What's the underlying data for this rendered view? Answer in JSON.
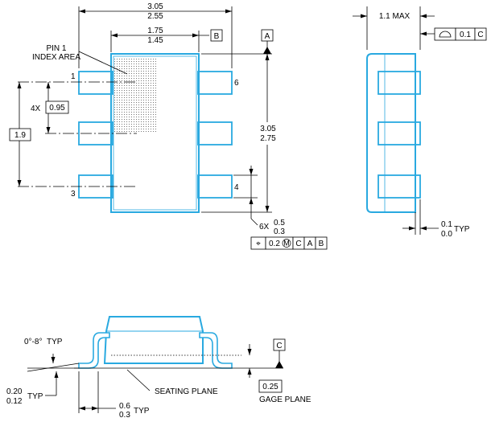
{
  "top_view": {
    "overall_width": {
      "max": "3.05",
      "min": "2.55"
    },
    "body_width": {
      "max": "1.75",
      "min": "1.45"
    },
    "body_length": {
      "max": "3.05",
      "min": "2.75"
    },
    "pitch": {
      "count": "4X",
      "value": "0.95"
    },
    "pitch_span": "1.9",
    "lead_width": {
      "count": "6X",
      "max": "0.5",
      "min": "0.3"
    },
    "pin1_label": [
      "PIN 1",
      "INDEX AREA"
    ],
    "pin_numbers": {
      "p1": "1",
      "p3": "3",
      "p4": "4",
      "p6": "6"
    },
    "datum_a": "A",
    "datum_b": "B",
    "position_fcf": {
      "symbol": "⌖",
      "tolerance": "0.2",
      "modifier": "M",
      "datums": [
        "C",
        "A",
        "B"
      ]
    }
  },
  "side_view": {
    "height": "1.1 MAX",
    "profile_fcf": {
      "tolerance": "0.1",
      "datum": "C"
    },
    "standoff": {
      "max": "0.1",
      "min": "0.0",
      "note": "TYP"
    }
  },
  "end_view": {
    "angle": {
      "text": "0°-8°",
      "note": "TYP"
    },
    "lead_thickness": {
      "max": "0.20",
      "min": "0.12",
      "note": "TYP"
    },
    "foot_length": {
      "max": "0.6",
      "min": "0.3",
      "note": "TYP"
    },
    "gage": "0.25",
    "seating_plane": "SEATING PLANE",
    "gage_plane": "GAGE PLANE",
    "datum_c": "C"
  }
}
